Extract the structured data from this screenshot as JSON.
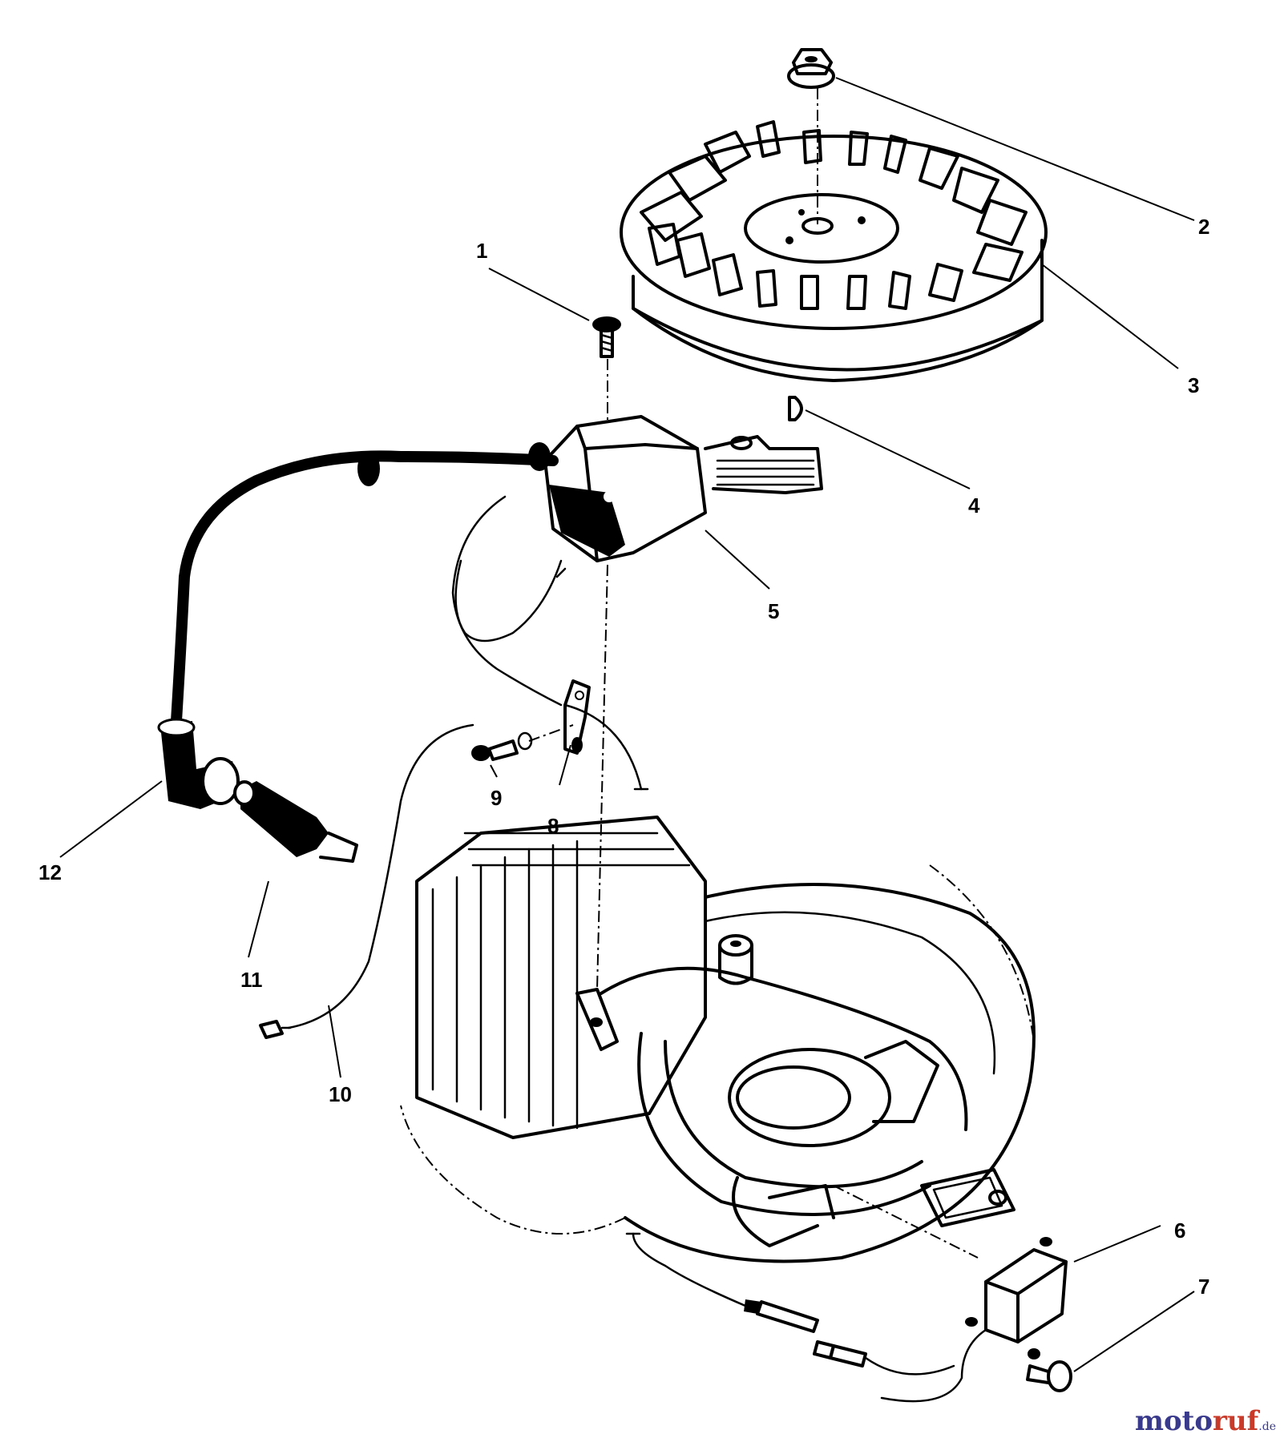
{
  "diagram": {
    "callouts": [
      {
        "id": "1",
        "label": "1"
      },
      {
        "id": "2",
        "label": "2"
      },
      {
        "id": "3",
        "label": "3"
      },
      {
        "id": "4",
        "label": "4"
      },
      {
        "id": "5",
        "label": "5"
      },
      {
        "id": "6",
        "label": "6"
      },
      {
        "id": "7",
        "label": "7"
      },
      {
        "id": "8",
        "label": "8"
      },
      {
        "id": "9",
        "label": "9"
      },
      {
        "id": "10",
        "label": "10"
      },
      {
        "id": "11",
        "label": "11"
      },
      {
        "id": "12",
        "label": "12"
      }
    ]
  },
  "watermark": {
    "part1": "moto",
    "part2": "ruf",
    "tld": ".de",
    "color_primary": "#3a3a8c",
    "color_accent": "#c83a2a"
  }
}
